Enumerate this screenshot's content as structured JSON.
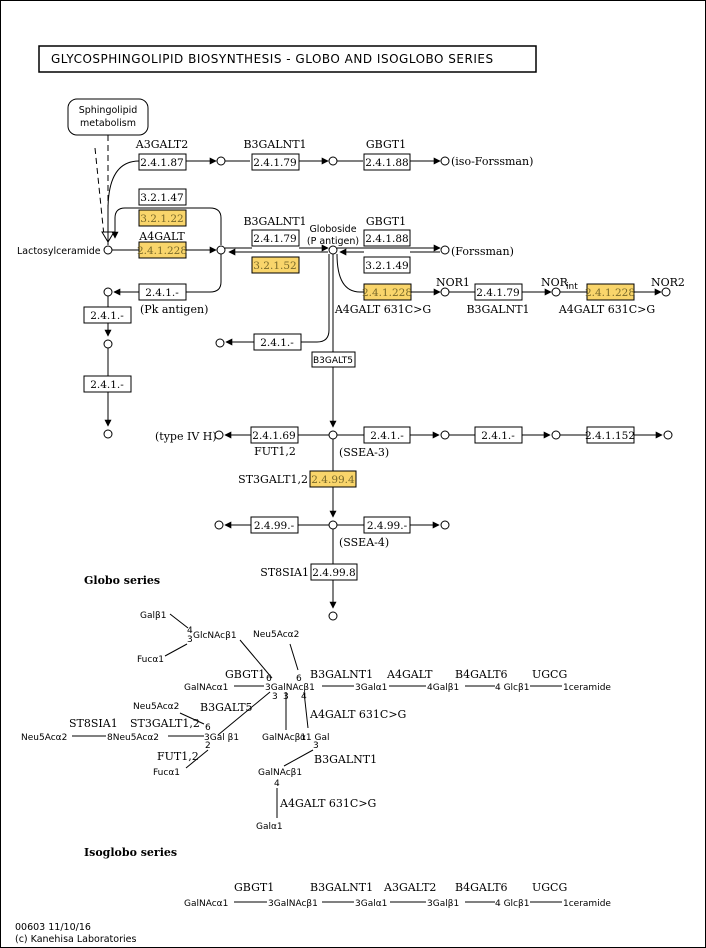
{
  "title": "GLYCOSPHINGOLIPID  BIOSYNTHESIS - GLOBO  AND  ISOGLOBO SERIES",
  "map_link": [
    "Sphingolipid",
    "metabolism"
  ],
  "compounds": {
    "lactosylceramide": "Lactosylceramide",
    "iso_forssman": "(iso-Forssman)",
    "globoside": "Globoside",
    "p_antigen": "(P antigen)",
    "forssman": "(Forssman)",
    "pk_antigen": "(Pk antigen)",
    "nor1": "NOR1",
    "nor_int": "NOR",
    "nor_int_sub": "int",
    "nor2": "NOR2",
    "type4h": "(type IV H)",
    "ssea3": "(SSEA-3)",
    "ssea4": "(SSEA-4)"
  },
  "genes": {
    "a3galt2": "A3GALT2",
    "b3galnt1_a": "B3GALNT1",
    "gbgt1_a": "GBGT1",
    "a4galt": "A4GALT",
    "b3galnt1_b": "B3GALNT1",
    "gbgt1_b": "GBGT1",
    "a4galt_631": "A4GALT 631C>G",
    "b3galnt1_c": "B3GALNT1",
    "a4galt_631_b": "A4GALT 631C>G",
    "b3galt5": "B3GALT5",
    "fut12": "FUT1,2",
    "st3galt12": "ST3GALT1,2",
    "st8sia1": "ST8SIA1"
  },
  "enzymes": {
    "e1": "2.4.1.87",
    "e2": "2.4.1.79",
    "e3": "2.4.1.88",
    "e4": "3.2.1.47",
    "e5": "3.2.1.22",
    "e6": "2.4.1.228",
    "e7": "2.4.1.79",
    "e8": "2.4.1.88",
    "e9": "3.2.1.52",
    "e10": "3.2.1.49",
    "e11": "2.4.1.228",
    "e12": "2.4.1.79",
    "e13": "2.4.1.228",
    "e14": "2.4.1.-",
    "e15": "2.4.1.-",
    "e16": "2.4.1.-",
    "e17": "2.4.1.-",
    "e18": "2.4.1.69",
    "e19": "2.4.1.-",
    "e20": "2.4.1.-",
    "e21": "2.4.1.152",
    "e22": "2.4.99.4",
    "e23": "2.4.99.-",
    "e24": "2.4.99.-",
    "e25": "2.4.99.8"
  },
  "globo": {
    "heading": "Globo series",
    "galb1": "Galβ1",
    "glcnac": "GlcNAcβ1",
    "fuca1_top": "Fucα1",
    "neu5ac_a2": "Neu5Acα2",
    "n4": "4",
    "n3": "3",
    "n6": "6",
    "gbgt1": "GBGT1",
    "b3galnt1": "B3GALNT1",
    "a4galt": "A4GALT",
    "b4galt6": "B4GALT6",
    "ugcg": "UGCG",
    "chain_galnac_a1": "GalNAcα1",
    "chain_3galnac": "3GalNAcβ1",
    "chain_3gala1": "3Galα1",
    "chain_4galb1": "4Galβ1",
    "chain_4glcb1": "4 Glcβ1",
    "chain_ceramide": "1ceramide",
    "neu5ac_a2_b": "Neu5Acα2",
    "b3galt5": "B3GALT5",
    "st8sia1": "ST8SIA1",
    "st3galt12": "ST3GALT1,2",
    "a4galt_631": "A4GALT 631C>G",
    "neu5ac_a2_left": "Neu5Acα2",
    "neu5ac_8": "8Neu5Acα2",
    "gal3b1": "3Gal β1",
    "galnacb1": "GalNAcβ1",
    "a1gal": "α1 Gal",
    "fut12": "FUT1,2",
    "fuca1_bottom": "Fucα1",
    "n2": "2",
    "galnacb1_b": "GalNAcβ1",
    "b3galnt1_b": "B3GALNT1",
    "a4galt_631_b": "A4GALT 631C>G",
    "gala1": "Galα1"
  },
  "isoglobo": {
    "heading": "Isoglobo series",
    "gbgt1": "GBGT1",
    "b3galnt1": "B3GALNT1",
    "a3galt2": "A3GALT2",
    "b4galt6": "B4GALT6",
    "ugcg": "UGCG",
    "c1": "GalNAcα1",
    "c2": "3GalNAcβ1",
    "c3": "3Galα1",
    "c4": "3Galβ1",
    "c5": "4 Glcβ1",
    "c6": "1ceramide"
  },
  "footer": {
    "line1": "00603 11/10/16",
    "line2": "(c) Kanehisa Laboratories"
  }
}
